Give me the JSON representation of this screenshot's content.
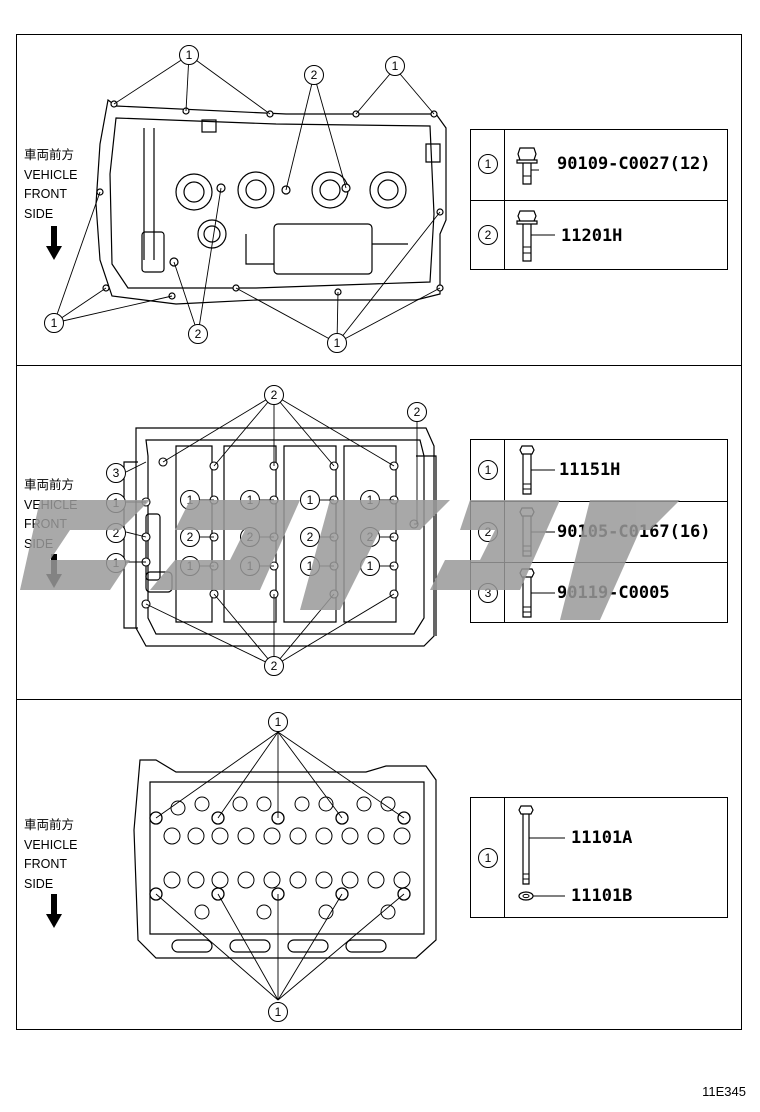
{
  "figure_code": "11E345",
  "direction_label": {
    "jp": "車両前方",
    "line1": "VEHICLE",
    "line2": "FRONT",
    "line3": "SIDE"
  },
  "panels": [
    {
      "name": "head-cover",
      "legend": [
        {
          "num": "1",
          "part": "90109-C0027(12)"
        },
        {
          "num": "2",
          "part": "11201H"
        }
      ]
    },
    {
      "name": "camshaft-housing",
      "legend": [
        {
          "num": "1",
          "part": "11151H"
        },
        {
          "num": "2",
          "part": "90105-C0167(16)"
        },
        {
          "num": "3",
          "part": "90119-C0005"
        }
      ]
    },
    {
      "name": "cylinder-head",
      "legend": [
        {
          "num": "1",
          "part_a": "11101A",
          "part_b": "11101B"
        }
      ]
    }
  ],
  "callouts": {
    "one": "1",
    "two": "2",
    "three": "3"
  },
  "watermark_color": "#9a9a9a"
}
